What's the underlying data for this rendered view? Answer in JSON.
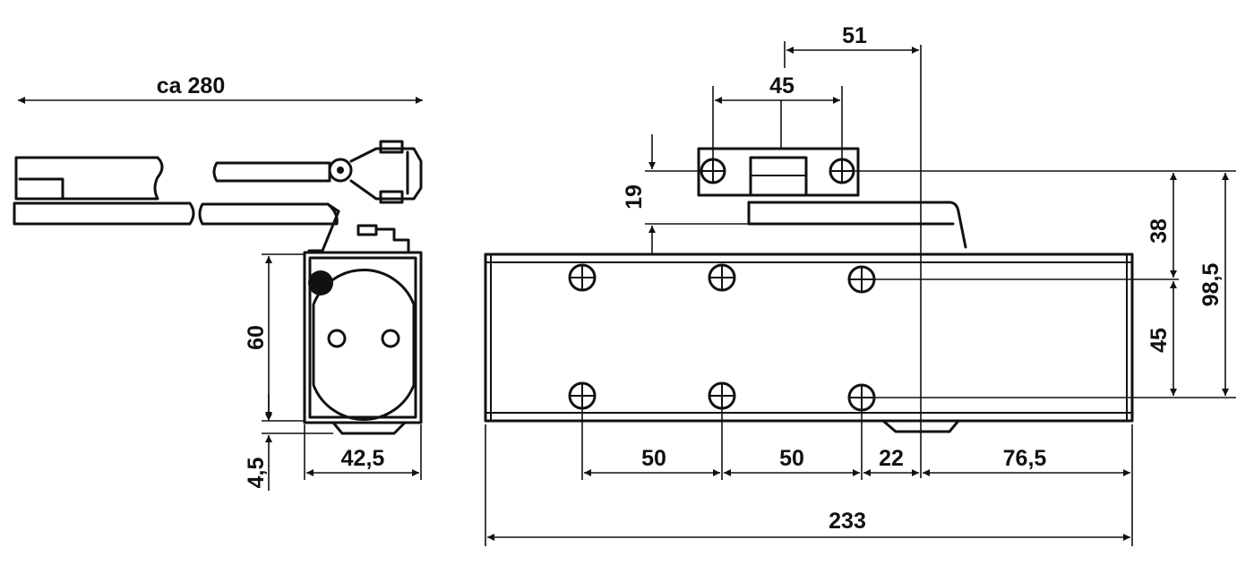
{
  "dimensions": {
    "arm_length": "ca 280",
    "body_height": "60",
    "base_offset": "4,5",
    "body_width": "42,5",
    "bracket_offset": "51",
    "bracket_hole_spacing": "45",
    "bracket_height": "19",
    "hole_to_top": "38",
    "hole_spacing_vertical": "45",
    "total_height": "98,5",
    "hole_spacing_1": "50",
    "hole_spacing_2": "50",
    "hole_to_axis": "22",
    "axis_to_end": "76,5",
    "total_length": "233"
  }
}
